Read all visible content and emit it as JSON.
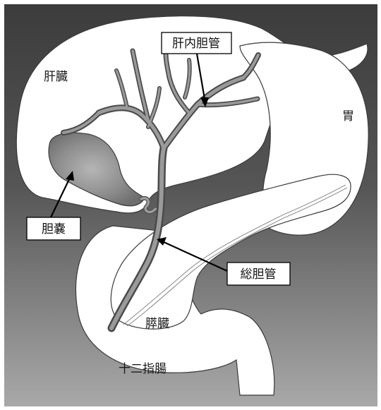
{
  "labels": {
    "liver": "肝臓",
    "stomach": "胃",
    "pancreas": "膵臓",
    "duodenum": "十二指腸"
  },
  "callouts": {
    "intrahepatic_duct": "肝内胆管",
    "gallbladder": "胆嚢",
    "common_bile_duct": "総胆管"
  },
  "colors": {
    "background_top": "#3c3c3c",
    "background_bottom": "#a8a8a8",
    "organ_fill": "#ffffff",
    "duct_shade": "#8c8c8c"
  }
}
